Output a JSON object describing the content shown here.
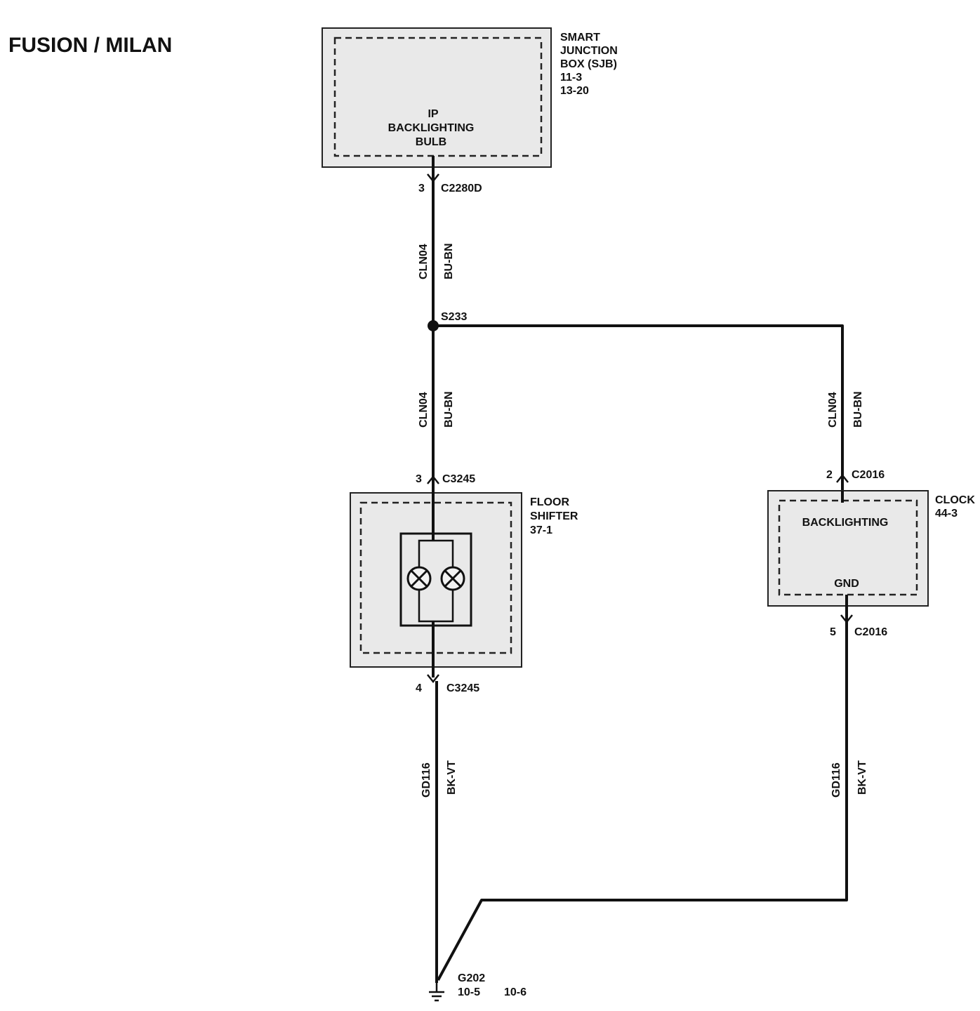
{
  "title": "FUSION / MILAN",
  "components": {
    "sjb": {
      "name_lines": [
        "SMART",
        "JUNCTION",
        "BOX (SJB)",
        "11-3",
        "13-20"
      ],
      "inner_lines": [
        "IP",
        "BACKLIGHTING",
        "BULB"
      ]
    },
    "shifter": {
      "name_lines": [
        "FLOOR",
        "SHIFTER",
        "37-1"
      ]
    },
    "clock": {
      "name_lines": [
        "CLOCK",
        "44-3"
      ],
      "inner_top": "BACKLIGHTING",
      "inner_bottom": "GND"
    }
  },
  "connectors": {
    "sjb_out": {
      "pin": "3",
      "id": "C2280D"
    },
    "shifter_in": {
      "pin": "3",
      "id": "C3245"
    },
    "shifter_out": {
      "pin": "4",
      "id": "C3245"
    },
    "clock_in": {
      "pin": "2",
      "id": "C2016"
    },
    "clock_out": {
      "pin": "5",
      "id": "C2016"
    }
  },
  "splice": "S233",
  "wires": {
    "top": {
      "circuit": "CLN04",
      "color": "BU-BN"
    },
    "mid_left": {
      "circuit": "CLN04",
      "color": "BU-BN"
    },
    "mid_right": {
      "circuit": "CLN04",
      "color": "BU-BN"
    },
    "bottom_left": {
      "circuit": "GD116",
      "color": "BK-VT"
    },
    "bottom_right": {
      "circuit": "GD116",
      "color": "BK-VT"
    }
  },
  "ground": {
    "id": "G202",
    "refs": [
      "10-5",
      "10-6"
    ]
  }
}
